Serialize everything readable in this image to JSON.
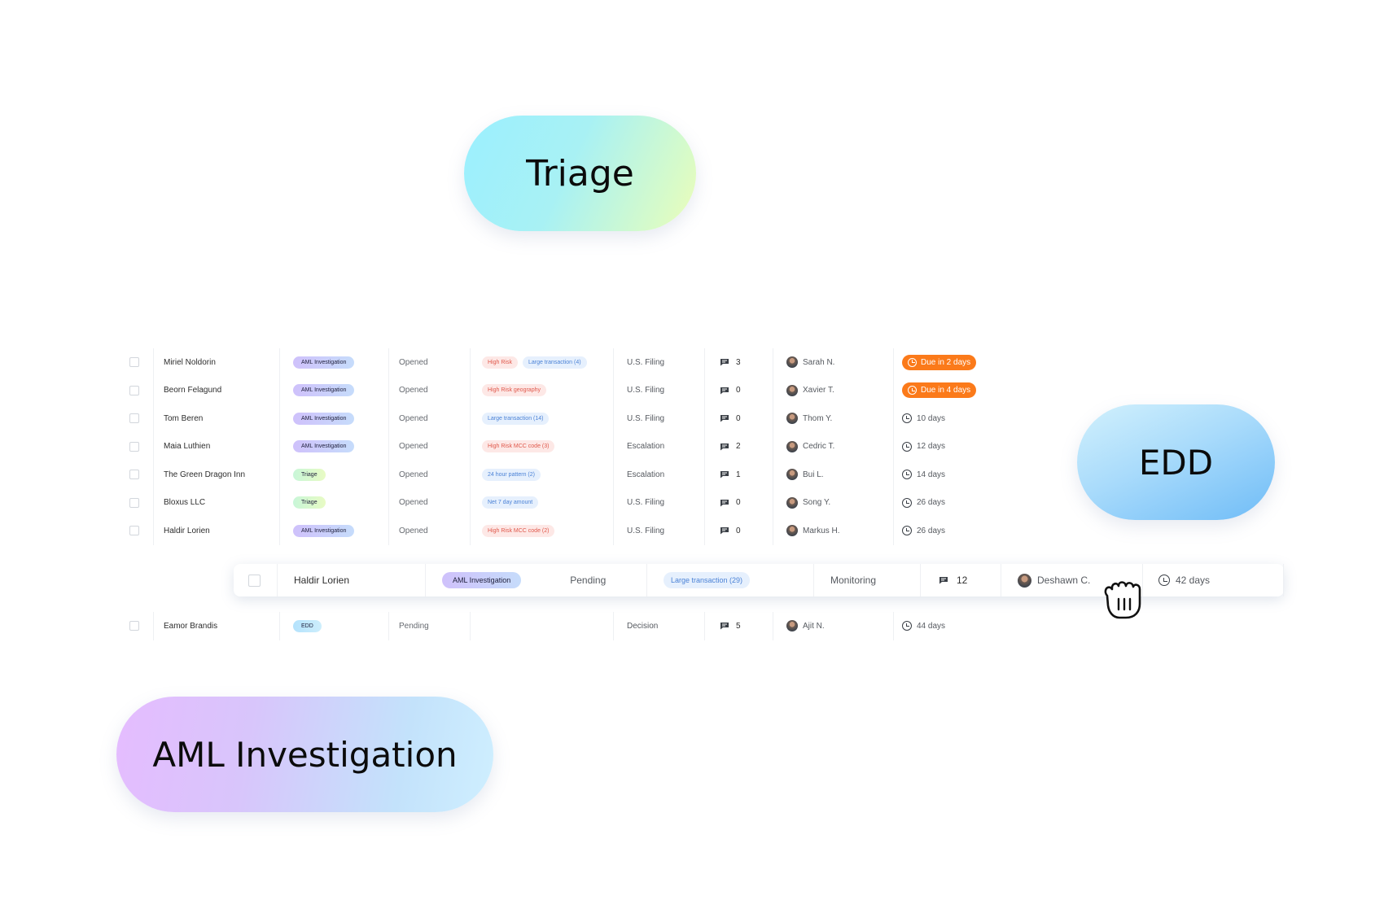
{
  "pills": {
    "triage": "Triage",
    "edd": "EDD",
    "aml": "AML Investigation"
  },
  "rows": [
    {
      "name": "Miriel Noldorin",
      "type": "AML Investigation",
      "status": "Opened",
      "tags": [
        {
          "text": "High Risk",
          "color": "red"
        },
        {
          "text": "Large transaction (4)",
          "color": "blue"
        }
      ],
      "filing": "U.S. Filing",
      "comments": "3",
      "user": "Sarah N.",
      "due": "Due in 2 days",
      "due_style": "badge"
    },
    {
      "name": "Beorn Felagund",
      "type": "AML Investigation",
      "status": "Opened",
      "tags": [
        {
          "text": "High Risk geography",
          "color": "red"
        }
      ],
      "filing": "U.S. Filing",
      "comments": "0",
      "user": "Xavier T.",
      "due": "Due in 4 days",
      "due_style": "badge"
    },
    {
      "name": "Tom Beren",
      "type": "AML Investigation",
      "status": "Opened",
      "tags": [
        {
          "text": "Large transaction (14)",
          "color": "blue"
        }
      ],
      "filing": "U.S. Filing",
      "comments": "0",
      "user": "Thom Y.",
      "due": "10 days",
      "due_style": "plain"
    },
    {
      "name": "Maia Luthien",
      "type": "AML Investigation",
      "status": "Opened",
      "tags": [
        {
          "text": "High Risk MCC code (3)",
          "color": "red"
        }
      ],
      "filing": "Escalation",
      "comments": "2",
      "user": "Cedric T.",
      "due": "12 days",
      "due_style": "plain"
    },
    {
      "name": "The Green Dragon Inn",
      "type": "Triage",
      "status": "Opened",
      "tags": [
        {
          "text": "24 hour pattern (2)",
          "color": "blue"
        }
      ],
      "filing": "Escalation",
      "comments": "1",
      "user": "Bui L.",
      "due": "14 days",
      "due_style": "plain"
    },
    {
      "name": "Bloxus LLC",
      "type": "Triage",
      "status": "Opened",
      "tags": [
        {
          "text": "Net 7 day amount",
          "color": "blue"
        }
      ],
      "filing": "U.S. Filing",
      "comments": "0",
      "user": "Song Y.",
      "due": "26 days",
      "due_style": "plain"
    },
    {
      "name": "Haldir Lorien",
      "type": "AML Investigation",
      "status": "Opened",
      "tags": [
        {
          "text": "High Risk MCC code (2)",
          "color": "red"
        }
      ],
      "filing": "U.S. Filing",
      "comments": "0",
      "user": "Markus H.",
      "due": "26 days",
      "due_style": "plain"
    }
  ],
  "dragged_row": {
    "name": "Haldir Lorien",
    "type": "AML Investigation",
    "status": "Pending",
    "tag": "Large transaction (29)",
    "filing": "Monitoring",
    "comments": "12",
    "user": "Deshawn C.",
    "due": "42 days"
  },
  "last_row": {
    "name": "Eamor Brandis",
    "type": "EDD",
    "status": "Pending",
    "filing": "Decision",
    "comments": "5",
    "user": "Ajit N.",
    "due": "44 days"
  },
  "colors": {
    "due_badge": "#fb7a1a",
    "tag_red": "#e0584b",
    "tag_blue": "#4b82d6"
  },
  "icons": [
    "comment-icon",
    "clock-icon",
    "avatar",
    "grab-hand-icon",
    "checkbox"
  ]
}
